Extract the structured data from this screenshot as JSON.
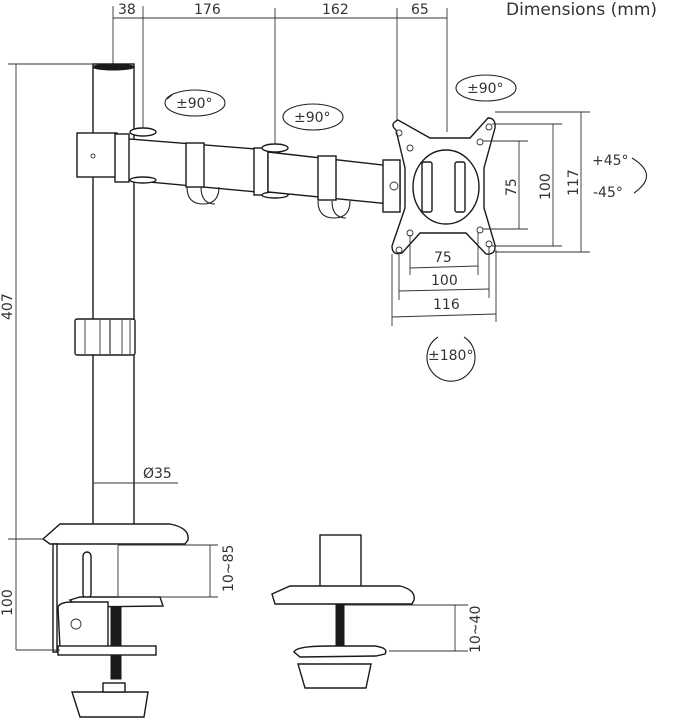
{
  "title": "Dimensions (mm)",
  "top_dimensions": [
    "38",
    "176",
    "162",
    "65"
  ],
  "height_dims": {
    "total_height": "407",
    "clamp_height": "100",
    "pole_diameter": "Ø35",
    "clamp_range": "10~85",
    "grommet_range": "10~40"
  },
  "rotations": {
    "arm_joint_1": "±90°",
    "arm_joint_2": "±90°",
    "head_swivel": "±90°",
    "tilt_up": "+45°",
    "tilt_down": "-45°",
    "rotation": "±180°"
  },
  "vesa": {
    "horizontal": [
      "75",
      "100",
      "116"
    ],
    "vertical": [
      "75",
      "100",
      "117"
    ]
  }
}
